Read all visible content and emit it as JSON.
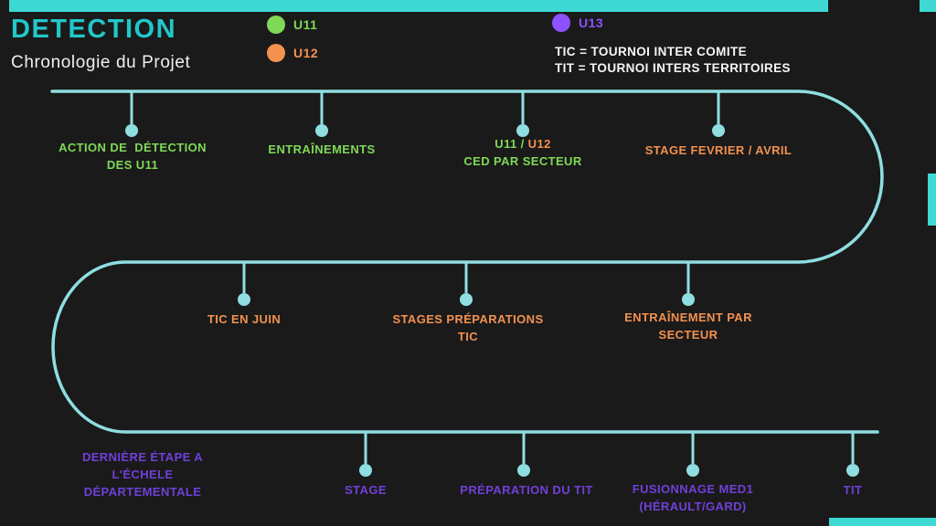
{
  "colors": {
    "background": "#1a1a1a",
    "accent": "#3ed9d3",
    "path": "#8fdee1",
    "title": "#22c7c9",
    "subtitle": "#f0f0f0",
    "note": "#f5f5f5",
    "green": "#7ed957",
    "orange": "#f3914f",
    "purple_legend": "#8c52ff",
    "purple_label": "#6f40d8"
  },
  "header": {
    "title": "DETECTION",
    "subtitle": "Chronologie du Projet"
  },
  "legend": {
    "u11": "U11",
    "u12": "U12",
    "u13": "U13",
    "note1": "TIC = TOURNOI INTER COMITE",
    "note2": "TIT = TOURNOI INTERS TERRITOIRES"
  },
  "milestones": {
    "m1a": "ACTION DE  DÉTECTION",
    "m1b": "DES U11",
    "m2": "ENTRAÎNEMENTS",
    "m3a": "U11 /",
    "m3b": "U12",
    "m3c": "CED PAR SECTEUR",
    "m4": "STAGE FEVRIER / AVRIL",
    "m5": "TIC EN JUIN",
    "m6a": "STAGES PRÉPARATIONS",
    "m6b": "TIC",
    "m7a": "ENTRAÎNEMENT PAR",
    "m7b": "SECTEUR",
    "m8a": "DERNIÈRE ÉTAPE A",
    "m8b": "L'ÉCHELE",
    "m8c": "DÉPARTEMENTALE",
    "m9": "STAGE",
    "m10": "PRÉPARATION DU TIT",
    "m11a": "FUSIONNAGE MED1",
    "m11b": "(HÉRAULT/GARD)",
    "m12": "TIT"
  }
}
